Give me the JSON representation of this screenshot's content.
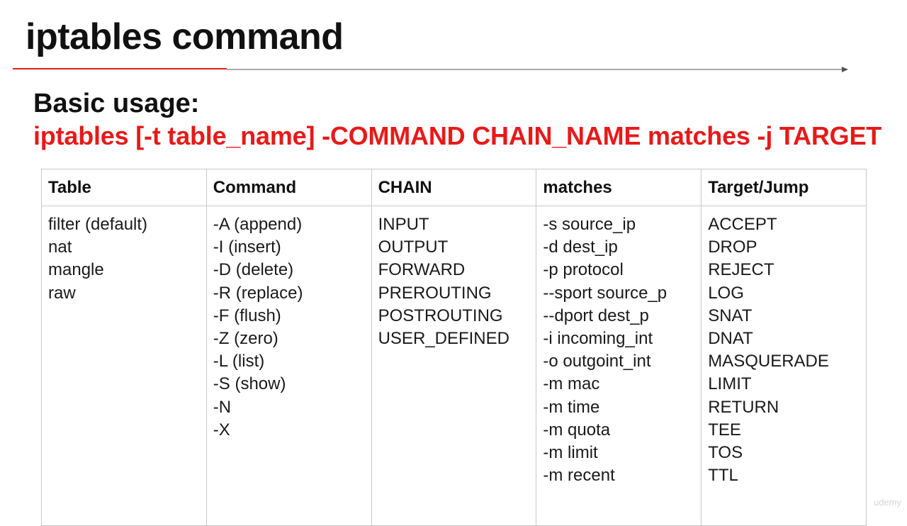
{
  "slide": {
    "title": "iptables command",
    "subtitle": "Basic usage:",
    "syntax": "iptables [-t table_name] -COMMAND CHAIN_NAME matches -j TARGET"
  },
  "colors": {
    "accent": "#e61a1a",
    "text": "#111111",
    "rule": "#555555",
    "grid": "#c8c8c8"
  },
  "table": {
    "headers": [
      "Table",
      "Command",
      "CHAIN",
      "matches",
      "Target/Jump"
    ],
    "columns": [
      [
        "filter (default)",
        "nat",
        "mangle",
        "raw"
      ],
      [
        "-A (append)",
        "-I (insert)",
        "-D (delete)",
        "-R (replace)",
        "-F (flush)",
        "-Z (zero)",
        "-L (list)",
        "-S (show)",
        "-N",
        "-X"
      ],
      [
        "INPUT",
        "OUTPUT",
        "FORWARD",
        "PREROUTING",
        "POSTROUTING",
        "USER_DEFINED"
      ],
      [
        "-s source_ip",
        "-d dest_ip",
        "-p  protocol",
        "--sport source_p",
        "--dport dest_p",
        "-i incoming_int",
        "-o outgoint_int",
        "-m mac",
        "-m time",
        "-m quota",
        "-m limit",
        "-m recent"
      ],
      [
        "ACCEPT",
        "DROP",
        "REJECT",
        "LOG",
        "SNAT",
        "DNAT",
        "MASQUERADE",
        "LIMIT",
        "RETURN",
        "TEE",
        "TOS",
        "TTL"
      ]
    ]
  },
  "watermark": "udemy"
}
